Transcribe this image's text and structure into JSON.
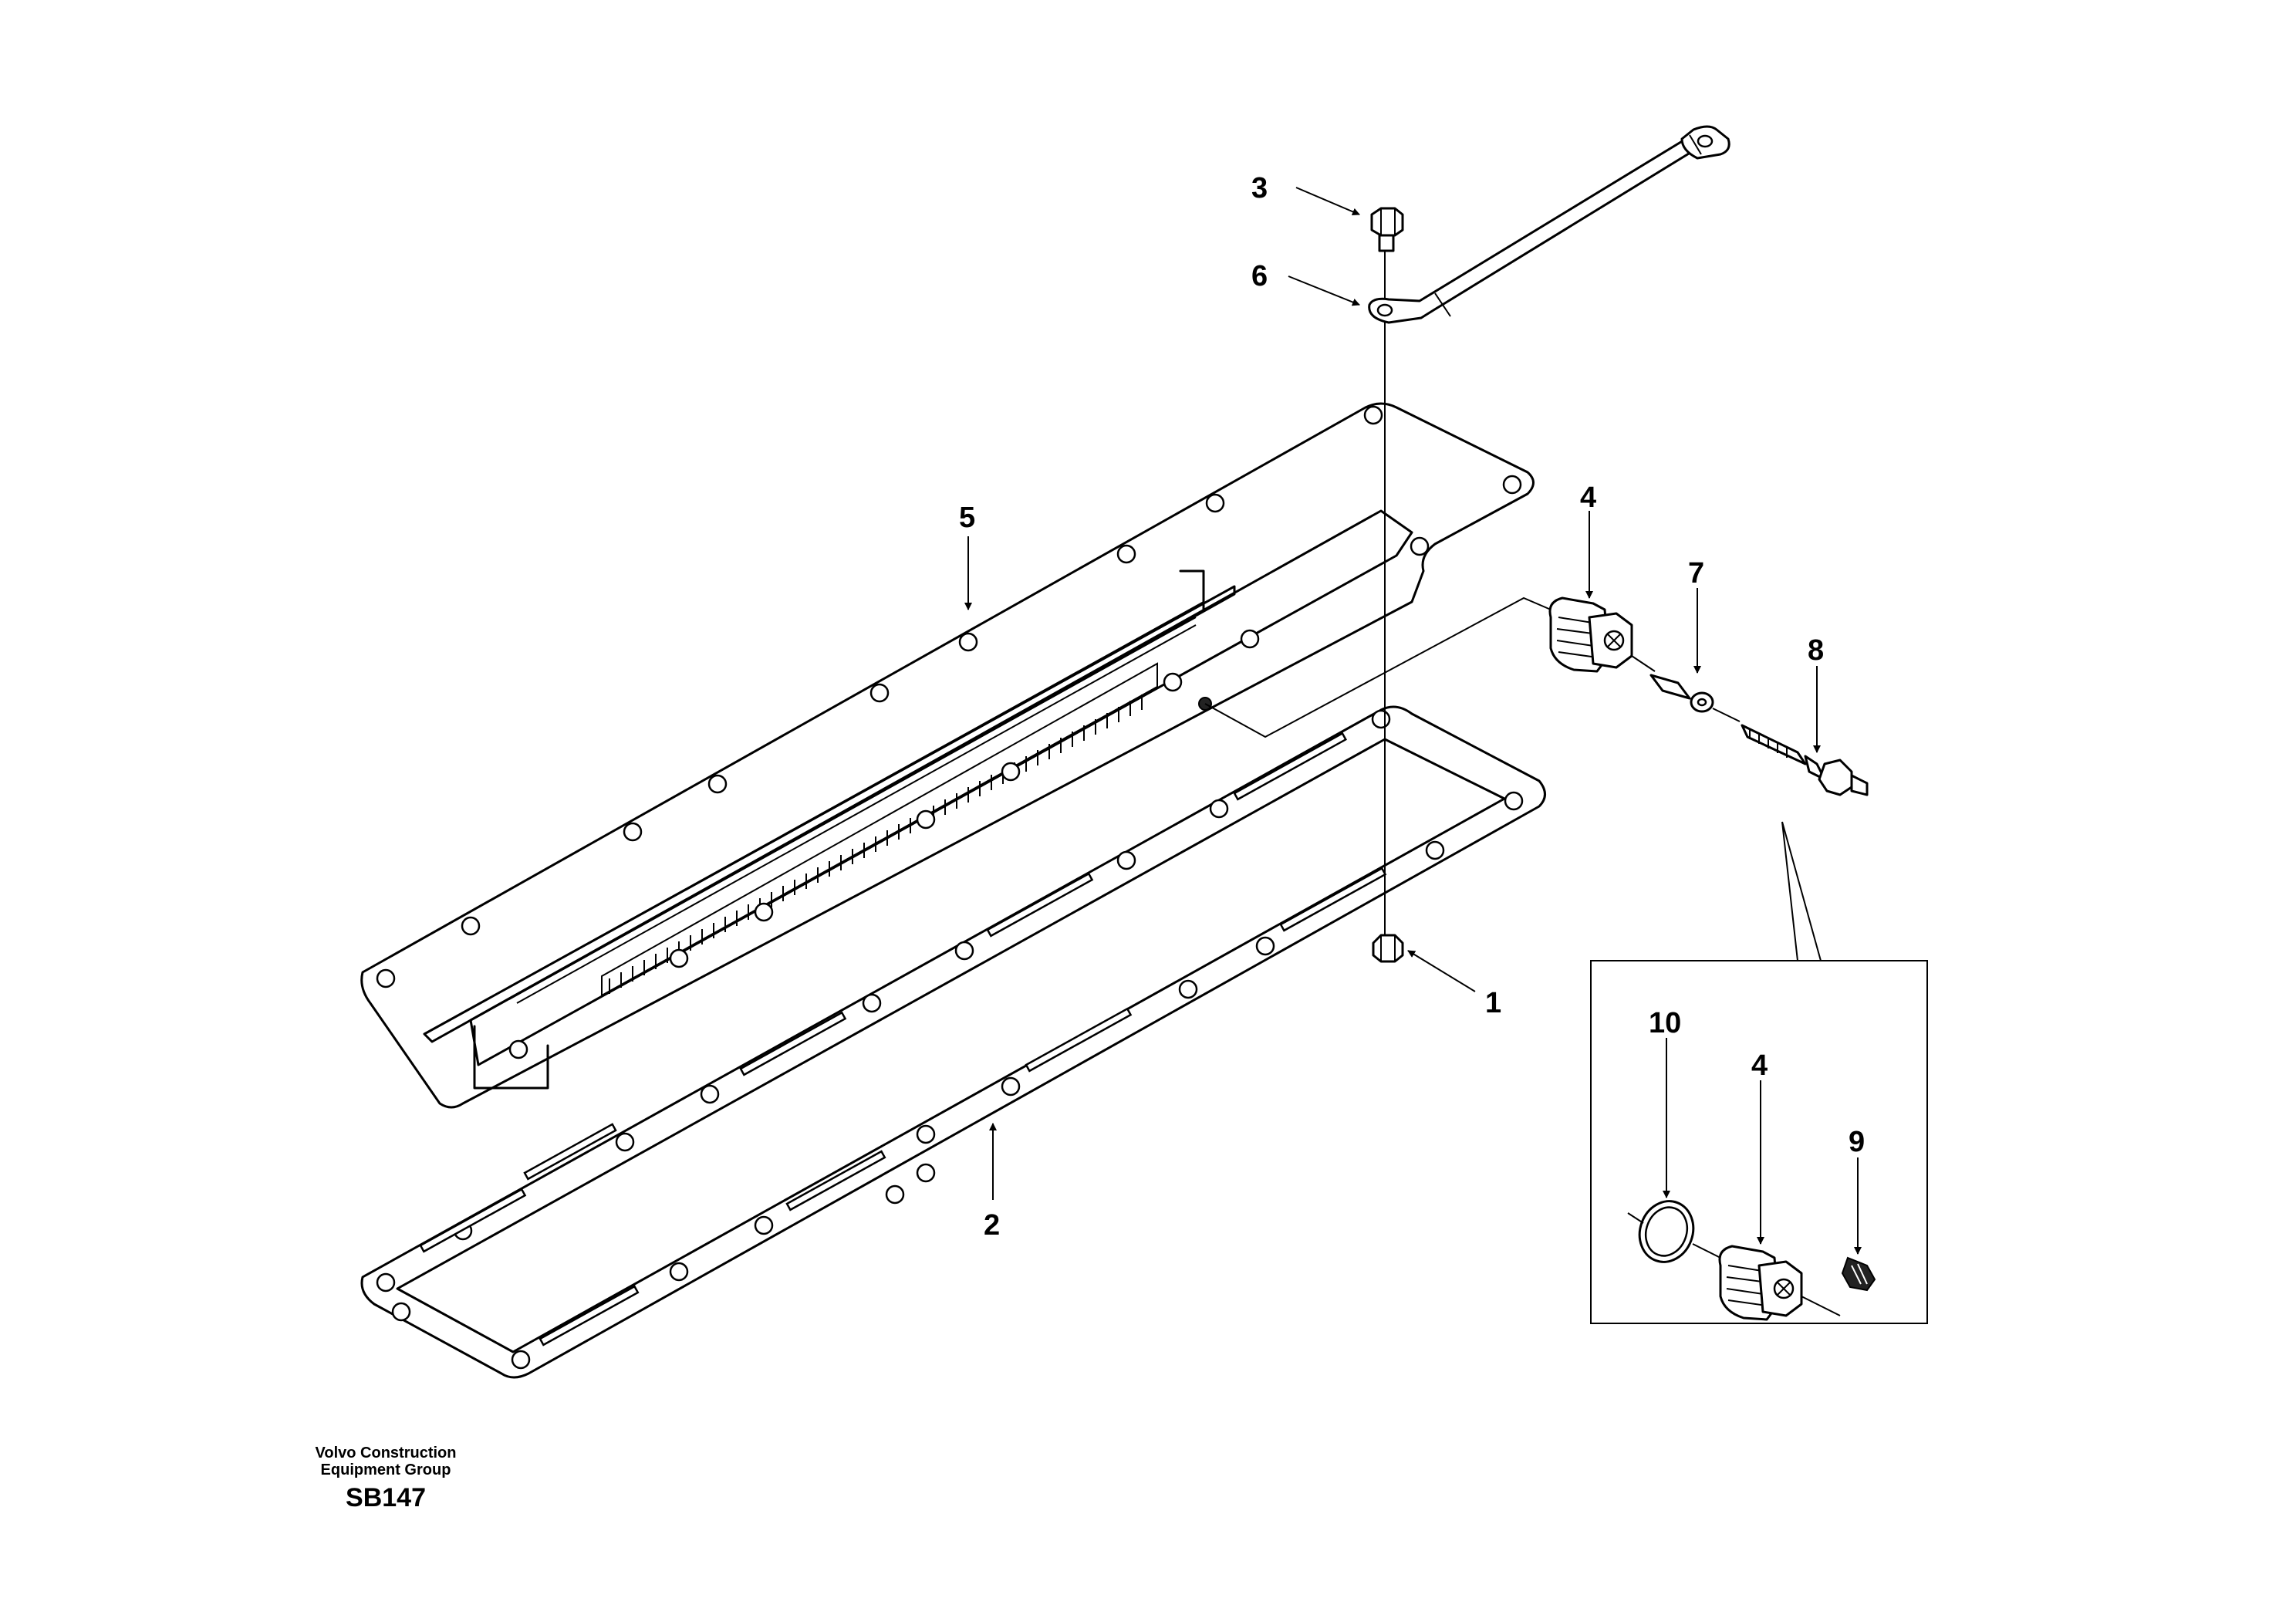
{
  "callouts": [
    {
      "id": "1",
      "text": "1"
    },
    {
      "id": "2",
      "text": "2"
    },
    {
      "id": "3",
      "text": "3"
    },
    {
      "id": "4a",
      "text": "4"
    },
    {
      "id": "4b",
      "text": "4"
    },
    {
      "id": "5",
      "text": "5"
    },
    {
      "id": "6",
      "text": "6"
    },
    {
      "id": "7",
      "text": "7"
    },
    {
      "id": "8",
      "text": "8"
    },
    {
      "id": "9",
      "text": "9"
    },
    {
      "id": "10",
      "text": "10"
    }
  ],
  "footer": {
    "company_line1": "Volvo Construction",
    "company_line2": "Equipment Group",
    "code": "SB147"
  }
}
